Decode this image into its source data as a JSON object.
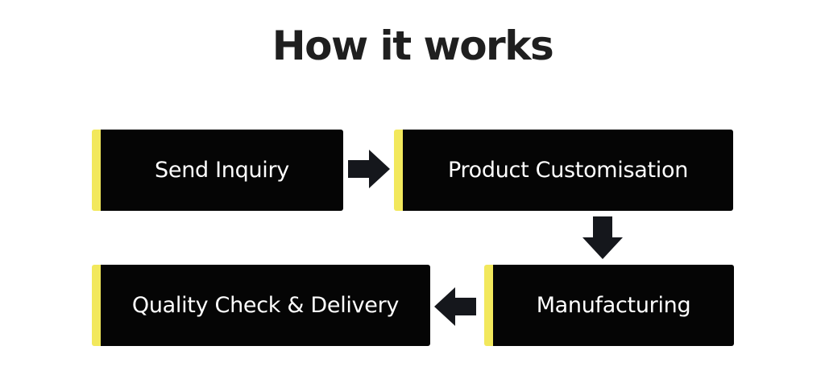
{
  "title": "How it works",
  "steps": [
    {
      "label": "Send Inquiry"
    },
    {
      "label": "Product Customisation"
    },
    {
      "label": "Manufacturing"
    },
    {
      "label": "Quality Check & Delivery"
    }
  ],
  "colors": {
    "box_fill": "#050505",
    "accent": "#f2e85c",
    "arrow": "#15171c",
    "title": "#1f1f1f"
  },
  "icons": [
    "arrow-right-icon",
    "arrow-down-icon",
    "arrow-left-icon"
  ]
}
